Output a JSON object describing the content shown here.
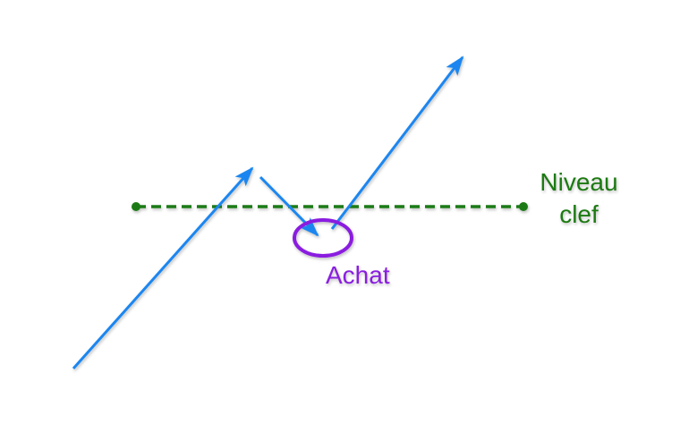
{
  "labels": {
    "key_level_line1": "Niveau",
    "key_level_line2": "clef",
    "buy": "Achat"
  },
  "colors": {
    "price_arrow": "#1a86f0",
    "key_level": "#1c7a12",
    "buy": "#8a1ee0"
  }
}
